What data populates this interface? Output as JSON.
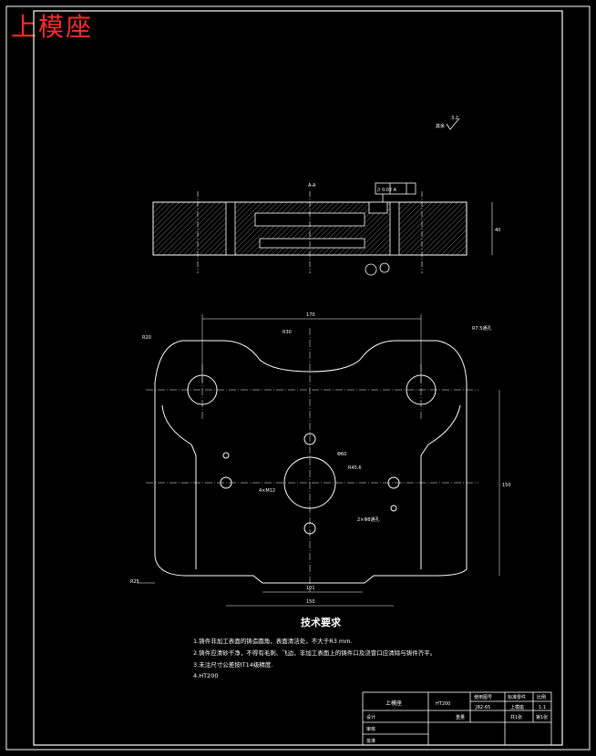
{
  "title": "上模座",
  "section_mark": "A-A",
  "surface_note": "其余",
  "roughness_main": "3.2",
  "tech_heading": "技术要求",
  "tech_lines": [
    "1.铸件非加工表面的铸造圆角，表面清洁处，不大于R3 mm.",
    "2.铸件应清砂干净，不得有毛刺、飞边，非加工表面上的铸件口及浇冒口应清除与铸件齐平。",
    "3.未注尺寸公差按IT14级精度.",
    "4.HT200"
  ],
  "title_block": {
    "part_name": "上模座",
    "material": "HT200",
    "col1": "使用图号",
    "col2": "标准零件",
    "col3": "比例",
    "val1": "JB2-65",
    "val2": "上模座",
    "val3": "1:1",
    "row_design": "设计",
    "row_check": "审核",
    "row_approve": "批准",
    "weight": "重量",
    "sheets": "共1张",
    "sheet_no": "第1张"
  },
  "dims": {
    "top_width": "170",
    "bottom_width": "150",
    "bottom_inner": "101",
    "height_right": "150",
    "r_tr": "R7.5通孔",
    "r_tl": "R20",
    "r_bl": "R25",
    "center_hole": "Φ60",
    "r_inner": "R45.6",
    "thread": "4×M12",
    "pin": "2×Φ8通孔",
    "arc_label": "R30",
    "tol_frame": "// 0.02 A",
    "height": "40"
  }
}
